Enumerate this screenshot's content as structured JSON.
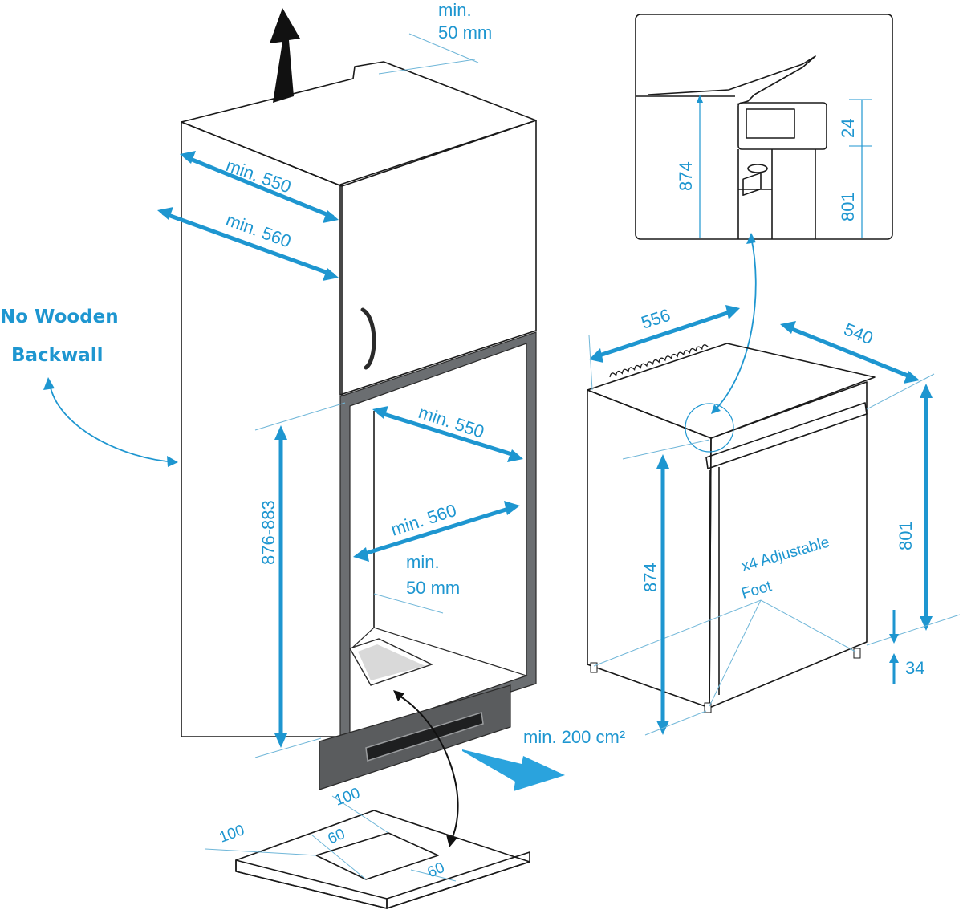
{
  "labels": {
    "no_wooden_line1": "No Wooden",
    "no_wooden_line2": "Backwall",
    "top_gap_min": "min.",
    "top_gap_value": "50 mm",
    "upper_depth": "min. 550",
    "upper_width": "min. 560",
    "niche_depth": "min. 550",
    "niche_width": "min. 560",
    "niche_height": "876-883",
    "inner_gap_min": "min.",
    "inner_gap_value": "50 mm",
    "vent_area": "min. 200 cm²",
    "vent_100_a": "100",
    "vent_100_b": "100",
    "vent_60_a": "60",
    "vent_60_b": "60",
    "appliance_width": "556",
    "appliance_depth": "540",
    "appliance_height": "874",
    "door_height": "801",
    "foot_adjust": "34",
    "feet_line1": "x4 Adjustable",
    "feet_line2": "Foot",
    "detail_874": "874",
    "detail_24": "24",
    "detail_801": "801"
  },
  "colors": {
    "dimension": "#1e96d0",
    "outline": "#1a1a1a",
    "door_grey": "#8f9396",
    "plinth_grey": "#5a5c5e",
    "arrow_black": "#111111"
  }
}
